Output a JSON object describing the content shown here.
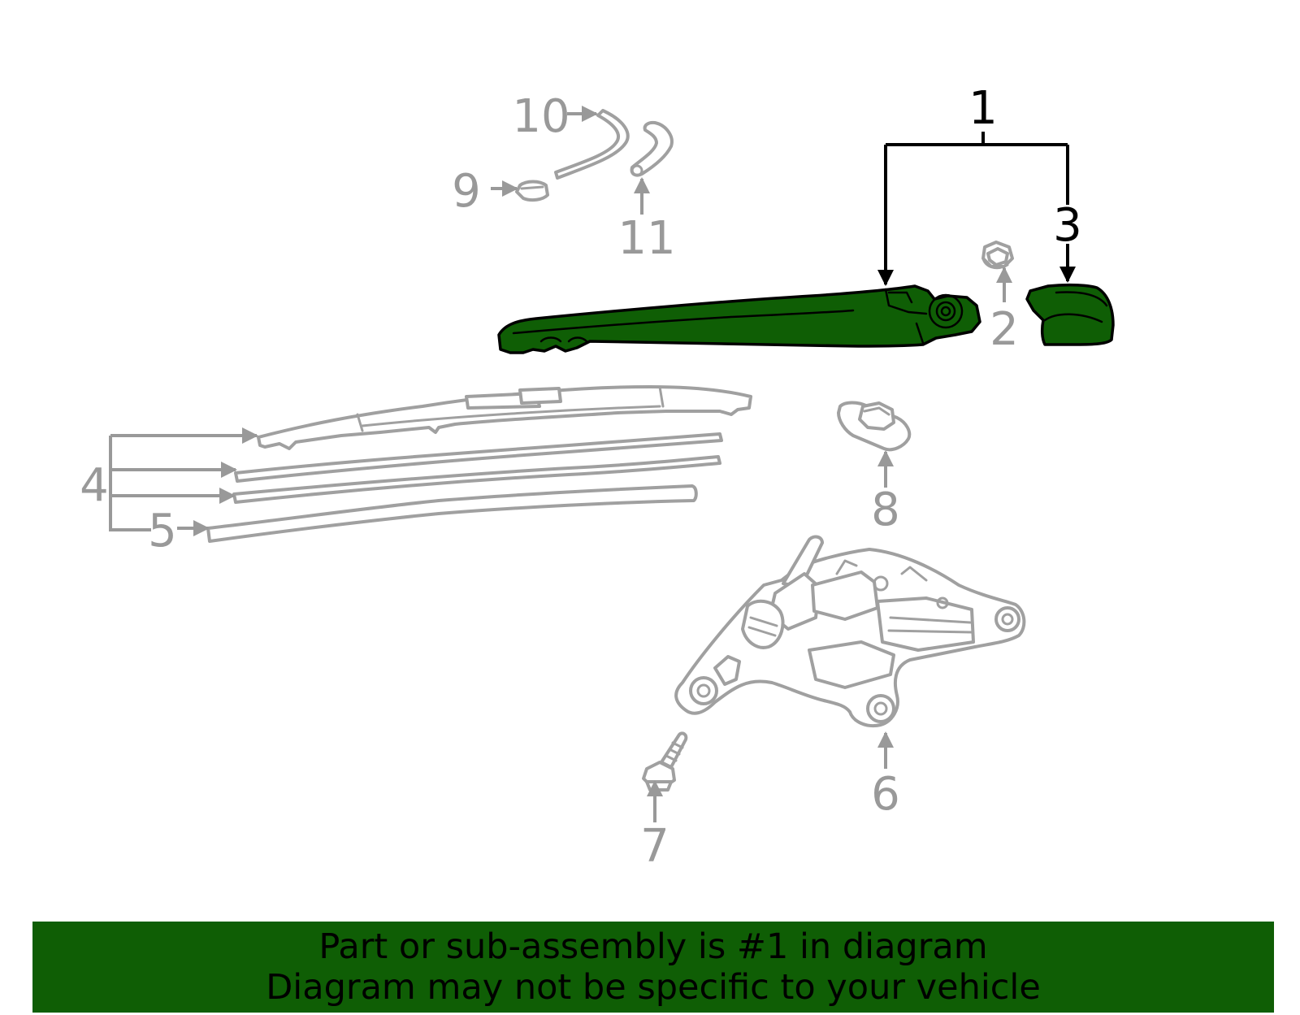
{
  "callouts": {
    "c1": "1",
    "c2": "2",
    "c3": "3",
    "c4": "4",
    "c5": "5",
    "c6": "6",
    "c7": "7",
    "c8": "8",
    "c9": "9",
    "c10": "10",
    "c11": "11"
  },
  "banner": {
    "line1": "Part or sub-assembly is #1 in diagram",
    "line2": "Diagram may not be specific to your vehicle"
  },
  "colors": {
    "highlight": "#0f5e05",
    "part_outline": "#a0a0a0",
    "callout_text": "#999999",
    "highlight_text": "#000000",
    "background": "#ffffff"
  },
  "highlighted_callout": "1"
}
